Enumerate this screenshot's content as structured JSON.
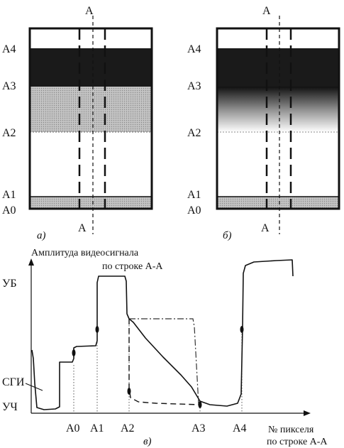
{
  "panel_a": {
    "section_label": "A",
    "caption": "а)",
    "levels": [
      "A4",
      "A3",
      "A2",
      "A1",
      "A0"
    ]
  },
  "panel_b": {
    "section_label": "A",
    "caption": "б)",
    "levels": [
      "A4",
      "A3",
      "A2",
      "A1",
      "A0"
    ]
  },
  "graph": {
    "y_title_line1": "Амплитуда видеосигнала",
    "y_title_line2": "по строке А-А",
    "y_ticks": [
      "УБ",
      "СГИ",
      "УЧ"
    ],
    "x_ticks": [
      "A0",
      "A1",
      "A2",
      "A3",
      "A4"
    ],
    "x_title_line1": "№ пикселя",
    "x_title_line2": "по строке А-А",
    "caption": "в)"
  },
  "colors": {
    "dark_band": "#1a1a1a",
    "gray_band": "#b4b4b4",
    "bottom_band": "#bdbdbd",
    "stroke": "#111111"
  }
}
